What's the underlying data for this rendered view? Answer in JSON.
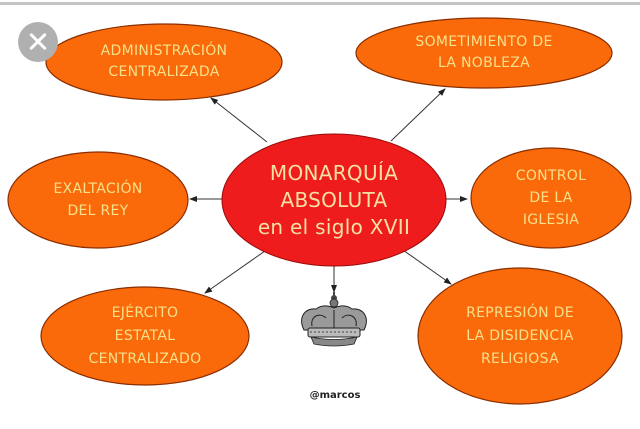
{
  "window": {
    "close_button": "close-icon"
  },
  "diagram": {
    "colors": {
      "center_fill": "#ee1c1c",
      "node_fill": "#fb6a0a",
      "node_stroke": "#8a2e00",
      "text": "#f7e08a",
      "arrow": "#333333"
    },
    "center": {
      "lines": [
        "MONARQUÍA",
        "ABSOLUTA",
        "en el siglo XVII"
      ]
    },
    "nodes": [
      {
        "id": "administracion",
        "lines": [
          "ADMINISTRACIÓN",
          "CENTRALIZADA"
        ]
      },
      {
        "id": "nobleza",
        "lines": [
          "SOMETIMIENTO DE",
          "LA NOBLEZA"
        ]
      },
      {
        "id": "exaltacion",
        "lines": [
          "EXALTACIÓN",
          "DEL REY"
        ]
      },
      {
        "id": "iglesia",
        "lines": [
          "CONTROL",
          "DE LA",
          "IGLESIA"
        ]
      },
      {
        "id": "ejercito",
        "lines": [
          "EJÉRCITO",
          "ESTATAL",
          "CENTRALIZADO"
        ]
      },
      {
        "id": "represion",
        "lines": [
          "REPRESIÓN DE",
          "LA DISIDENCIA",
          "RELIGIOSA"
        ]
      }
    ],
    "crown_icon": "crown-icon",
    "credit": "@marcos"
  }
}
